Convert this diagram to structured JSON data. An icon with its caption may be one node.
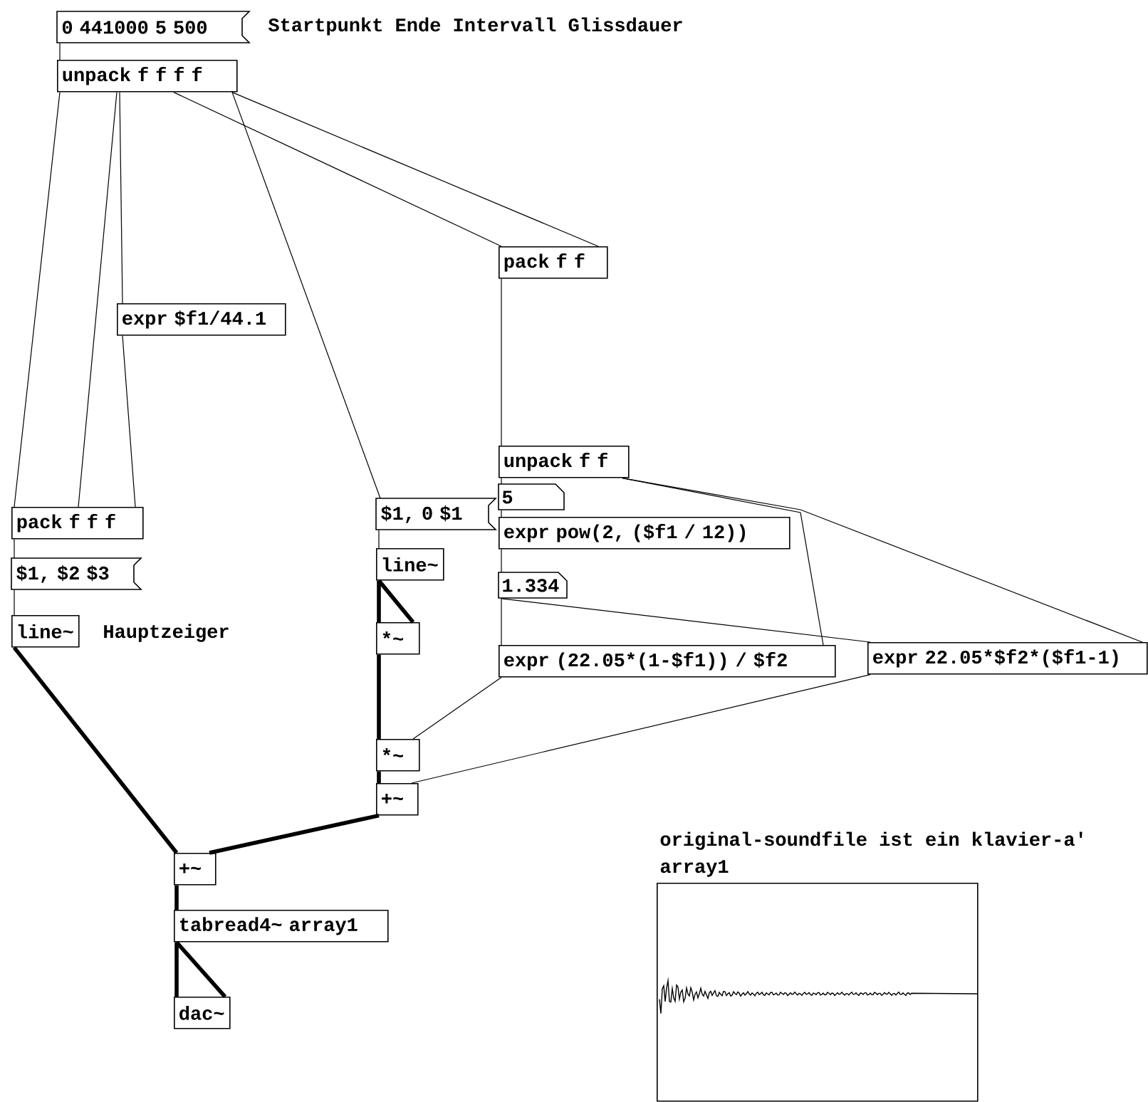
{
  "diagram": {
    "nodes": [
      {
        "text": [
          "0 441000 5 500"
        ]
      },
      {
        "text": [
          "unpack f f f f"
        ]
      },
      {
        "text": [
          "pack f f"
        ]
      },
      {
        "text": [
          "expr $f1/44.1"
        ]
      },
      {
        "text": [
          "unpack f f"
        ]
      },
      {
        "text": [
          "$1, 0 $1"
        ]
      },
      {
        "text": [
          "5"
        ]
      },
      {
        "text": [
          "pack f f f"
        ]
      },
      {
        "text": [
          "expr pow(2, ($f1 / 12))"
        ]
      },
      {
        "text": [
          "$1, $2 $3"
        ]
      },
      {
        "text": [
          "line~"
        ]
      },
      {
        "text": [
          "1.334"
        ]
      },
      {
        "text": [
          "line~"
        ]
      },
      {
        "text": [
          "*~"
        ]
      },
      {
        "text": [
          "expr (22.05*(1-$f1)) / $f2"
        ]
      },
      {
        "text": [
          "expr 22.05*$f2*($f1-1)"
        ]
      },
      {
        "text": [
          "*~"
        ]
      },
      {
        "text": [
          "+~"
        ]
      },
      {
        "text": [
          "+~"
        ]
      },
      {
        "text": [
          "tabread4~ array1"
        ]
      },
      {
        "text": [
          "dac~"
        ]
      },
      {
        "text": [
          "array1"
        ]
      }
    ],
    "edges": [
      {
        "from": 0,
        "to": 1,
        "arrow": "none"
      },
      {
        "from": 1,
        "to": 7,
        "arrow": "none"
      },
      {
        "from": 1,
        "to": 7,
        "arrow": "none"
      },
      {
        "from": 1,
        "to": 3,
        "arrow": "none"
      },
      {
        "from": 3,
        "to": 7,
        "arrow": "none"
      },
      {
        "from": 1,
        "to": 2,
        "arrow": "none"
      },
      {
        "from": 1,
        "to": 2,
        "arrow": "none"
      },
      {
        "from": 1,
        "to": 5,
        "arrow": "none"
      },
      {
        "from": 2,
        "to": 4,
        "arrow": "none"
      },
      {
        "from": 4,
        "to": 6,
        "arrow": "none"
      },
      {
        "from": 6,
        "to": 8,
        "arrow": "none"
      },
      {
        "from": 8,
        "to": 11,
        "arrow": "none"
      },
      {
        "from": 11,
        "to": 14,
        "arrow": "none"
      },
      {
        "from": 4,
        "to": 14,
        "arrow": "none"
      },
      {
        "from": 4,
        "to": 15,
        "arrow": "none"
      },
      {
        "from": 11,
        "to": 15,
        "arrow": "none"
      },
      {
        "from": 7,
        "to": 9,
        "arrow": "none"
      },
      {
        "from": 9,
        "to": 12,
        "arrow": "none"
      },
      {
        "from": 5,
        "to": 10,
        "arrow": "none"
      },
      {
        "from": 10,
        "to": 13,
        "arrow": "none",
        "style": "thick"
      },
      {
        "from": 10,
        "to": 13,
        "arrow": "none",
        "style": "thick"
      },
      {
        "from": 13,
        "to": 16,
        "arrow": "none",
        "style": "thick"
      },
      {
        "from": 14,
        "to": 16,
        "arrow": "none"
      },
      {
        "from": 16,
        "to": 17,
        "arrow": "none",
        "style": "thick"
      },
      {
        "from": 15,
        "to": 17,
        "arrow": "none"
      },
      {
        "from": 17,
        "to": 18,
        "arrow": "none",
        "style": "thick"
      },
      {
        "from": 12,
        "to": 18,
        "arrow": "none",
        "style": "thick"
      },
      {
        "from": 18,
        "to": 19,
        "arrow": "none",
        "style": "thick"
      },
      {
        "from": 19,
        "to": 20,
        "arrow": "none",
        "style": "thick"
      },
      {
        "from": 19,
        "to": 20,
        "arrow": "none",
        "style": "thick"
      }
    ],
    "labels": [
      "Startpunkt Ende Intervall Glissdauer",
      "Hauptzeiger",
      "original-soundfile ist ein klavier-a'"
    ]
  }
}
